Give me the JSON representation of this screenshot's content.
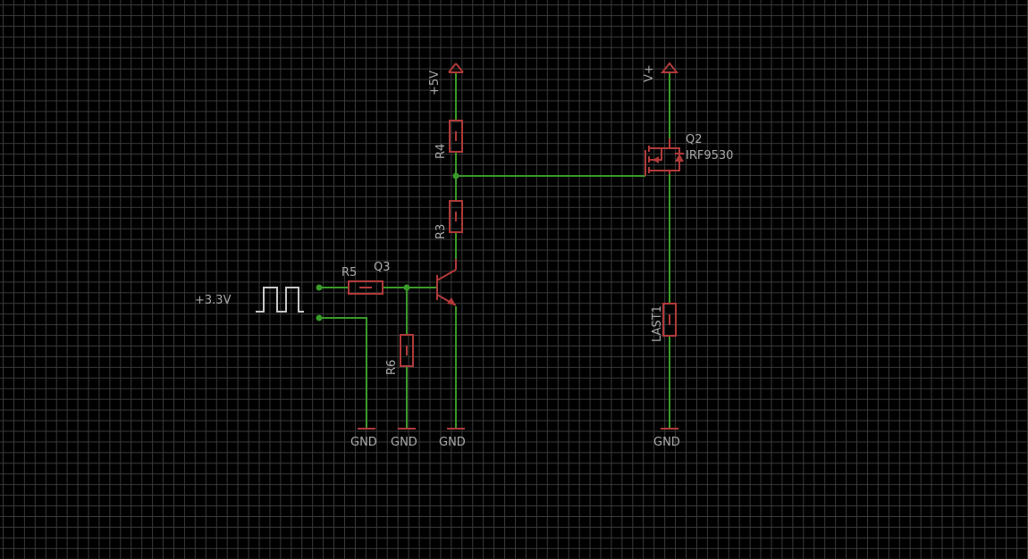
{
  "schematic": {
    "supplies": {
      "plus5v": "+5V",
      "vplus": "V+"
    },
    "grounds": [
      "GND",
      "GND",
      "GND",
      "GND"
    ],
    "source": {
      "label": "+3.3V"
    },
    "resistors": {
      "r3": "R3",
      "r4": "R4",
      "r5": "R5",
      "r6": "R6"
    },
    "transistor_bjt": {
      "name": "Q3"
    },
    "mosfet": {
      "name": "Q2",
      "value": "IRF9530"
    },
    "load": {
      "name": "LAST1"
    }
  },
  "colors": {
    "background": "#000000",
    "grid": "#3a3a3a",
    "wire": "#3a9a2a",
    "part": "#b03a3a",
    "label": "#a9a9a9",
    "source_symbol": "#c8c8c8"
  }
}
